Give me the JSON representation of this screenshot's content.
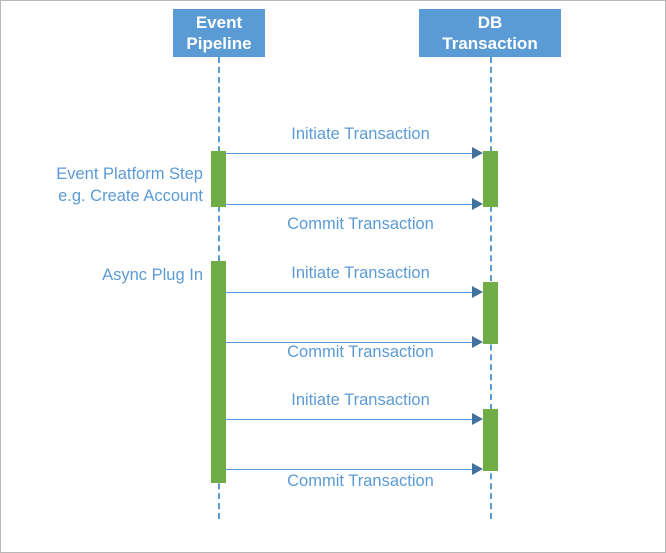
{
  "diagram": {
    "title": "Event Pipeline / DB Transaction sequence diagram",
    "colors": {
      "participant_fill": "#5B9BD5",
      "participant_text": "#FFFFFF",
      "activation_fill": "#70AD47",
      "message_text": "#5B9BD5",
      "message_line": "#5B9BD5",
      "arrow_head": "#41719C",
      "lifeline": "#5B9BD5",
      "canvas": "#FFFFFF",
      "border": "#B8B8B8"
    },
    "participants": [
      {
        "id": "event-pipeline",
        "line1": "Event",
        "line2": "Pipeline"
      },
      {
        "id": "db-transaction",
        "line1": "DB",
        "line2": "Transaction"
      }
    ],
    "side_labels": [
      {
        "id": "event-platform-step",
        "line1": "Event Platform Step",
        "line2": "e.g. Create Account"
      },
      {
        "id": "async-plug-in",
        "line1": "Async Plug In",
        "line2": ""
      }
    ],
    "messages": [
      {
        "id": "msg-1",
        "label": "Initiate Transaction",
        "direction": "right",
        "from": "event-pipeline",
        "to": "db-transaction"
      },
      {
        "id": "msg-2",
        "label": "Commit Transaction",
        "direction": "right",
        "from": "event-pipeline",
        "to": "db-transaction"
      },
      {
        "id": "msg-3",
        "label": "Initiate Transaction",
        "direction": "right",
        "from": "event-pipeline",
        "to": "db-transaction"
      },
      {
        "id": "msg-4",
        "label": "Commit Transaction",
        "direction": "right",
        "from": "event-pipeline",
        "to": "db-transaction"
      },
      {
        "id": "msg-5",
        "label": "Initiate Transaction",
        "direction": "right",
        "from": "event-pipeline",
        "to": "db-transaction"
      },
      {
        "id": "msg-6",
        "label": "Commit Transaction",
        "direction": "right",
        "from": "event-pipeline",
        "to": "db-transaction"
      }
    ]
  }
}
